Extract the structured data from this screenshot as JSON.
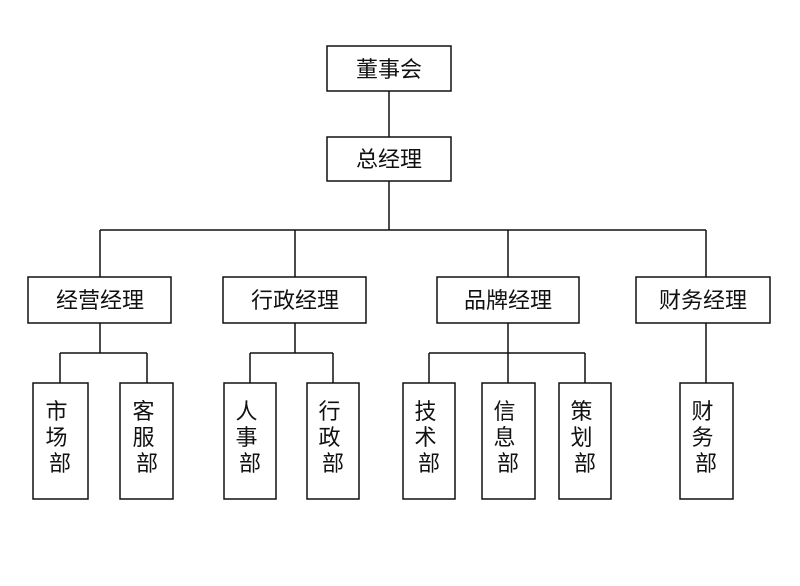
{
  "org_chart": {
    "board": "董事会",
    "general_manager": "总经理",
    "managers": [
      {
        "title": "经营经理",
        "departments": [
          "市场部",
          "客服部"
        ]
      },
      {
        "title": "行政经理",
        "departments": [
          "人事部",
          "行政部"
        ]
      },
      {
        "title": "品牌经理",
        "departments": [
          "技术部",
          "信息部",
          "策划部"
        ]
      },
      {
        "title": "财务经理",
        "departments": [
          "财务部"
        ]
      }
    ]
  }
}
